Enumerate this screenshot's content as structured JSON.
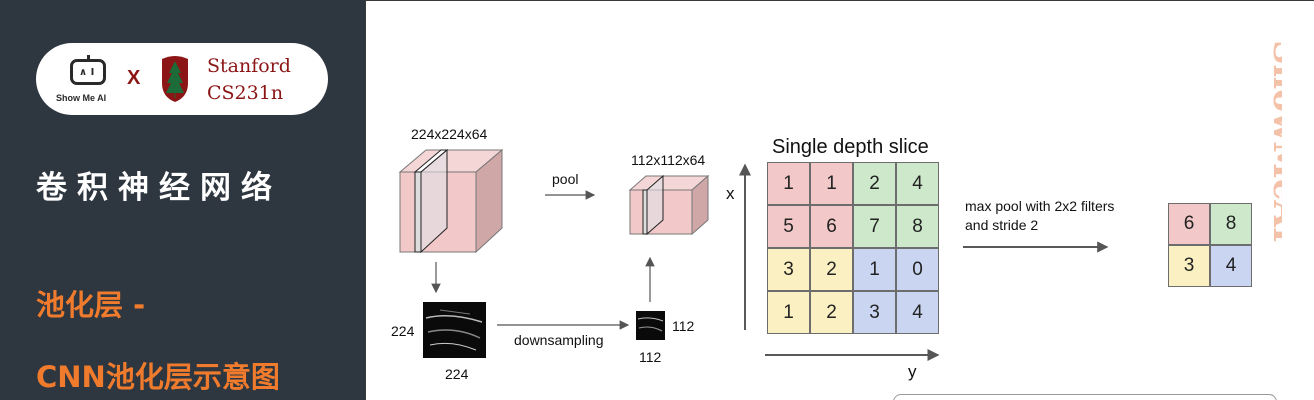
{
  "header": {
    "showmeai_label": "Show Me AI",
    "cross_symbol": "X",
    "stanford_line1": "Stanford",
    "stanford_line2": "CS231n",
    "robot_eyes": "∧ I"
  },
  "sidebar": {
    "title": "卷积神经网络",
    "subtitle_line1": "池化层 -",
    "subtitle_line2": "CNN池化层示意图"
  },
  "diagram": {
    "input_volume_label": "224x224x64",
    "pool_label": "pool",
    "output_volume_label": "112x112x64",
    "slice_left_label": "224",
    "slice_bottom_label": "224",
    "downsampling_label": "downsampling",
    "small_right_label": "112",
    "small_bottom_label": "112",
    "slice_title": "Single depth slice",
    "axis_x_label": "x",
    "axis_y_label": "y",
    "caption_line1": "max pool with 2x2 filters",
    "caption_line2": "and stride 2",
    "watermark": "ShowMeAI",
    "colors": {
      "pink": "#f3c8c8",
      "green": "#cde8cb",
      "yellow": "#fbf0c2",
      "blue": "#c9d5f1",
      "orange": "#f07b2c",
      "dark": "#2e3640"
    },
    "slice_grid": [
      [
        1,
        1,
        2,
        4
      ],
      [
        5,
        6,
        7,
        8
      ],
      [
        3,
        2,
        1,
        0
      ],
      [
        1,
        2,
        3,
        4
      ]
    ],
    "pooled_grid": [
      [
        6,
        8
      ],
      [
        3,
        4
      ]
    ]
  }
}
